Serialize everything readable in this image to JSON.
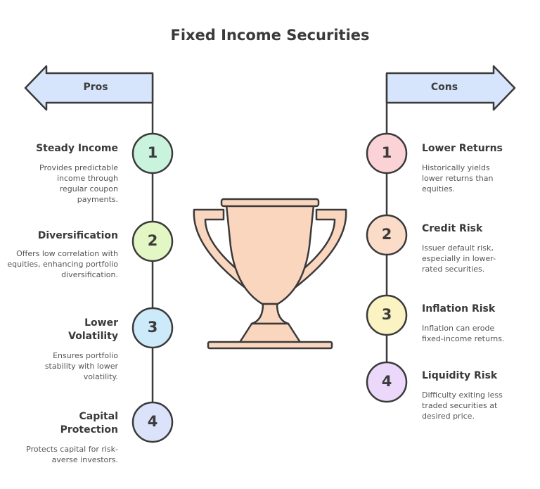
{
  "title": "Fixed Income Securities",
  "colors": {
    "stroke": "#3a3a3a",
    "arrow_fill": "#d6e5fb",
    "trophy_fill": "#fbd6bf",
    "pros_circles": [
      "#c9f3dc",
      "#e3f7c5",
      "#cdeafb",
      "#dbe3fb"
    ],
    "cons_circles": [
      "#fbd3d6",
      "#fbdcc8",
      "#fbf3c2",
      "#ecd8fb"
    ]
  },
  "pros": {
    "label": "Pros",
    "items": [
      {
        "num": "1",
        "title": "Steady Income",
        "desc": "Provides predictable income through regular coupon payments."
      },
      {
        "num": "2",
        "title": "Diversification",
        "desc": "Offers low correlation with equities, enhancing portfolio diversification."
      },
      {
        "num": "3",
        "title": "Lower Volatility",
        "desc": "Ensures portfolio stability with lower volatility."
      },
      {
        "num": "4",
        "title": "Capital Protection",
        "desc": "Protects capital for risk-averse investors."
      }
    ]
  },
  "cons": {
    "label": "Cons",
    "items": [
      {
        "num": "1",
        "title": "Lower Returns",
        "desc": "Historically yields lower returns than equities."
      },
      {
        "num": "2",
        "title": "Credit Risk",
        "desc": "Issuer default risk, especially in lower-rated securities."
      },
      {
        "num": "3",
        "title": "Inflation Risk",
        "desc": "Inflation can erode fixed-income returns."
      },
      {
        "num": "4",
        "title": "Liquidity Risk",
        "desc": "Difficulty exiting less traded securities at desired price."
      }
    ]
  }
}
